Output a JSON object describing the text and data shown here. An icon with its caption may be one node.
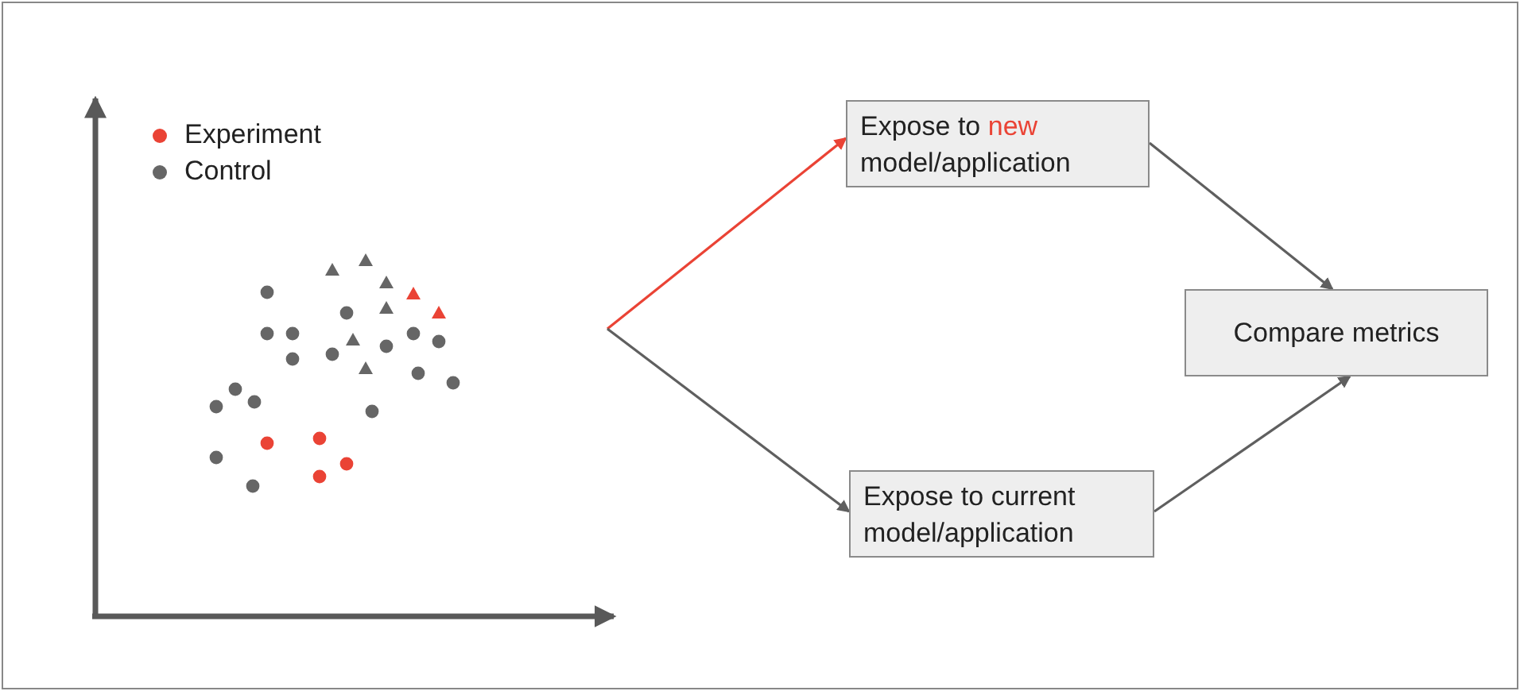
{
  "diagram": {
    "nodes": [
      {
        "text": [
          "Expose to new model/application"
        ]
      },
      {
        "text": [
          "Compare metrics"
        ]
      },
      {
        "text": [
          "Expose to current model/application"
        ]
      }
    ],
    "edges": [
      {
        "from": null,
        "to": 0,
        "arrow": "to",
        "color": "#ea4335"
      },
      {
        "from": null,
        "to": 2,
        "arrow": "to"
      },
      {
        "from": 0,
        "to": 1,
        "arrow": "to"
      },
      {
        "from": 2,
        "to": 1,
        "arrow": "to"
      }
    ],
    "legend": [
      {
        "text": "Experiment",
        "color": "#ea4335"
      },
      {
        "text": "Control",
        "color": "#666666"
      }
    ]
  }
}
